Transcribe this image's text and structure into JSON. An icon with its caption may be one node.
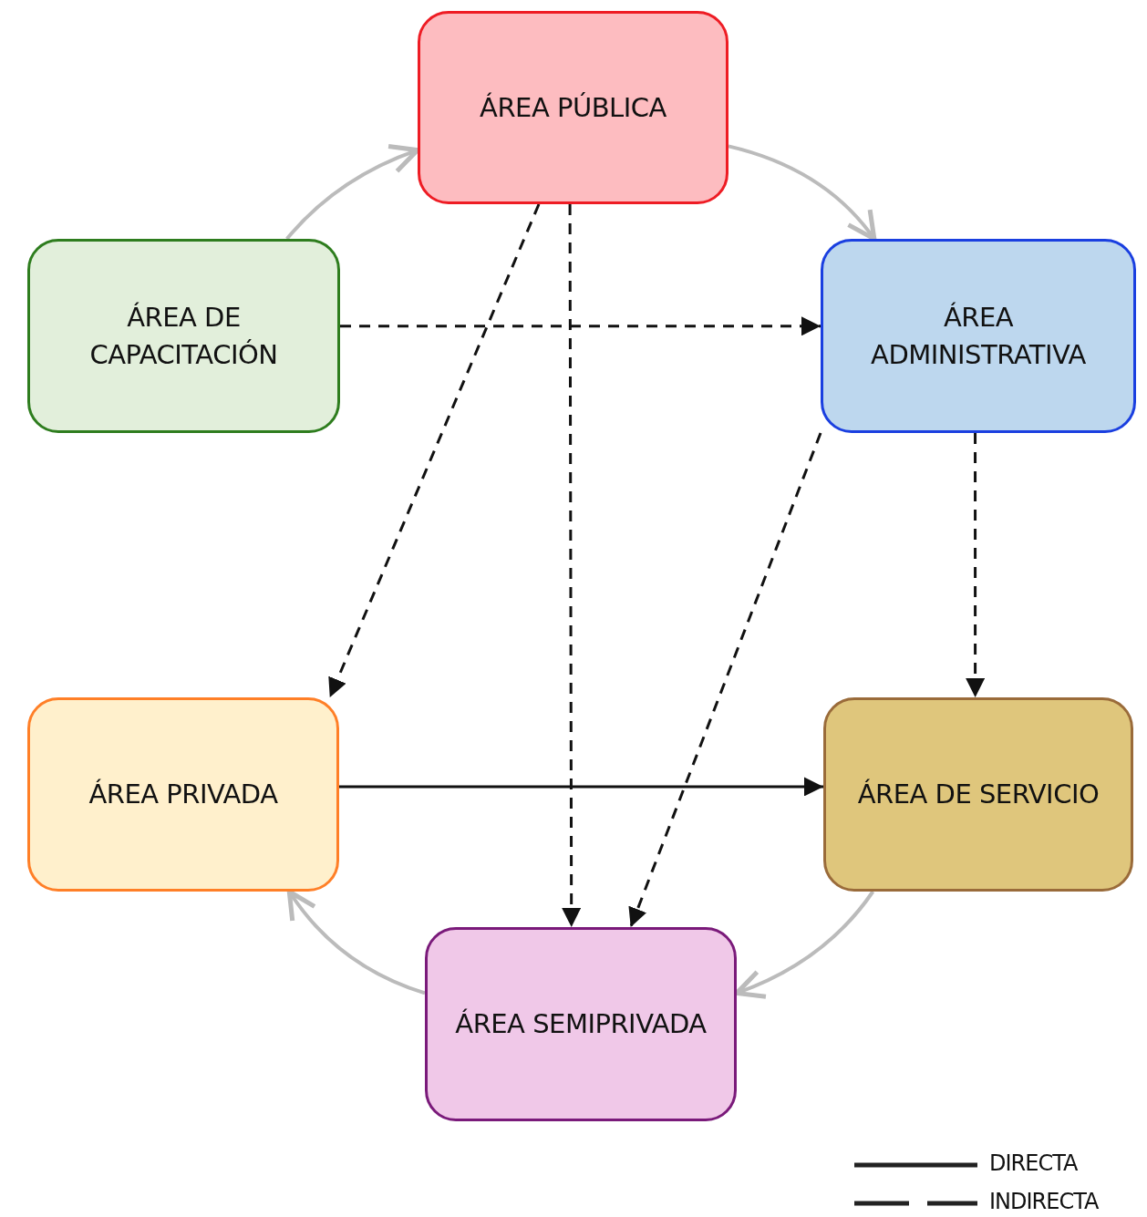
{
  "diagram": {
    "nodes": [
      {
        "text": [
          "ÁREA PÚBLICA"
        ]
      },
      {
        "text": [
          "ÁREA DE CAPACITACIÓN"
        ]
      },
      {
        "text": [
          "ÁREA ADMINISTRATIVA"
        ]
      },
      {
        "text": [
          "ÁREA PRIVADA"
        ]
      },
      {
        "text": [
          "ÁREA DE SERVICIO"
        ]
      },
      {
        "text": [
          "ÁREA SEMIPRIVADA"
        ]
      }
    ],
    "edges": [
      {
        "from": 1,
        "to": 0,
        "arrow": "to",
        "color": "#bbbbbb"
      },
      {
        "from": 0,
        "to": 2,
        "arrow": "to",
        "color": "#bbbbbb"
      },
      {
        "from": 4,
        "to": 5,
        "arrow": "to",
        "color": "#bbbbbb"
      },
      {
        "from": 5,
        "to": 3,
        "arrow": "to",
        "color": "#bbbbbb"
      },
      {
        "from": 1,
        "to": 2,
        "arrow": "to",
        "style": "dashed"
      },
      {
        "from": 0,
        "to": 3,
        "arrow": "to",
        "style": "dashed"
      },
      {
        "from": 0,
        "to": 5,
        "arrow": "to",
        "style": "dashed"
      },
      {
        "from": 2,
        "to": 5,
        "arrow": "to",
        "style": "dashed"
      },
      {
        "from": 2,
        "to": 4,
        "arrow": "to",
        "style": "dashed"
      },
      {
        "from": 3,
        "to": 4,
        "arrow": "to"
      }
    ],
    "legend": [
      {
        "text": "DIRECTA"
      },
      {
        "text": "INDIRECTA"
      }
    ]
  }
}
